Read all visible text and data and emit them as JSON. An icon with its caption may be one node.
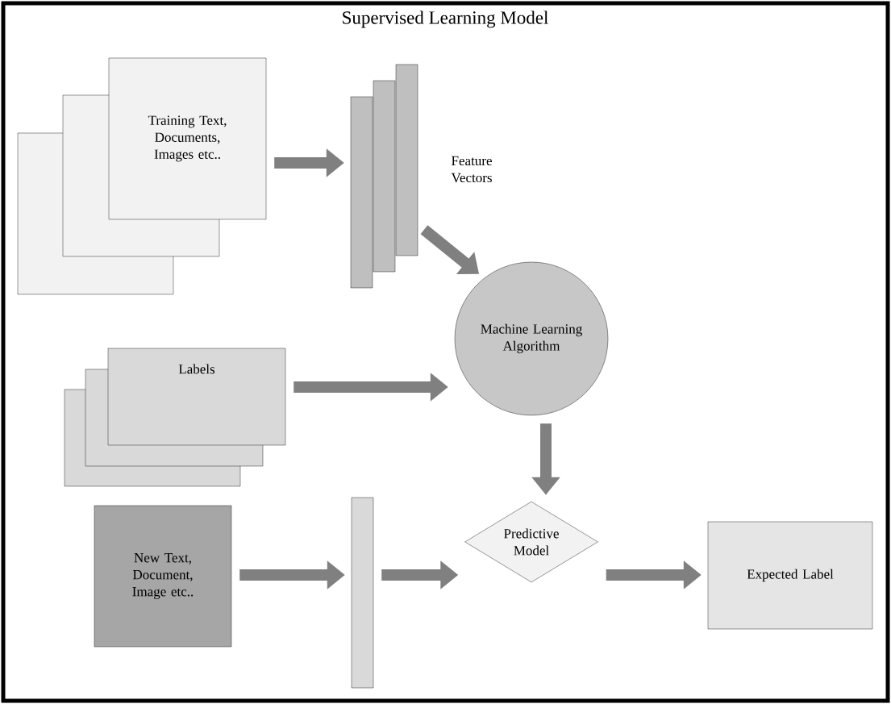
{
  "diagram": {
    "title": "Supervised Learning Model",
    "nodes": [
      {
        "text": [
          "Training Text, Documents, Images etc.."
        ]
      },
      {
        "text": [],
        "shape": "bar",
        "beside": [
          "Feature Vectors"
        ]
      },
      {
        "text": [
          "Labels"
        ]
      },
      {
        "text": [
          "Machine Learning Algorithm"
        ]
      },
      {
        "text": [
          "New Text, Document, Image etc.."
        ]
      },
      {
        "text": [],
        "shape": "bar"
      },
      {
        "text": [
          "Predictive Model"
        ]
      },
      {
        "text": [
          "Expected Label"
        ]
      }
    ],
    "edges": [
      {
        "from": 0,
        "to": 1,
        "arrow": "to"
      },
      {
        "from": 1,
        "to": 3,
        "arrow": "to"
      },
      {
        "from": 2,
        "to": 3,
        "arrow": "to"
      },
      {
        "from": 3,
        "to": 6,
        "arrow": "to"
      },
      {
        "from": 4,
        "to": 5,
        "arrow": "to"
      },
      {
        "from": 5,
        "to": 6,
        "arrow": "to"
      },
      {
        "from": 6,
        "to": 7,
        "arrow": "to"
      }
    ]
  }
}
